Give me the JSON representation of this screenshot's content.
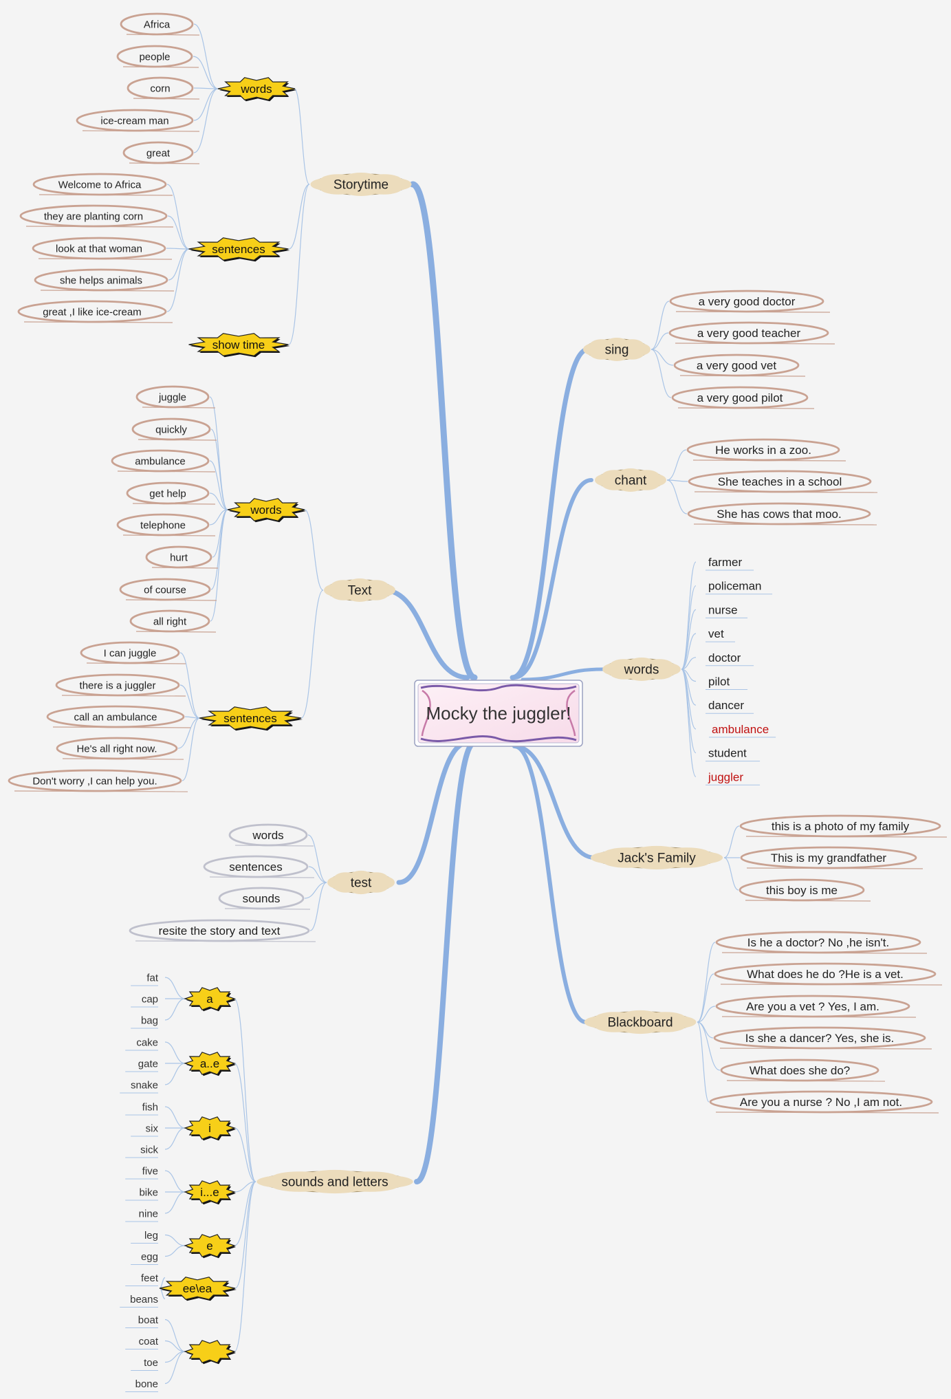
{
  "central": "Mocky the juggler!",
  "branches": {
    "storytime": {
      "label": "Storytime",
      "words": {
        "label": "words",
        "items": [
          "Africa",
          "people",
          "corn",
          "ice-cream man",
          "great"
        ]
      },
      "sentences": {
        "label": "sentences",
        "items": [
          "Welcome to Africa",
          "they are planting corn",
          "look at that woman",
          "she helps animals",
          "great ,I like ice-cream"
        ]
      },
      "show_time": "show time"
    },
    "text": {
      "label": "Text",
      "words": {
        "label": "words",
        "items": [
          "juggle",
          "quickly",
          "ambulance",
          "get help",
          "telephone",
          "hurt",
          "of course",
          "all right"
        ]
      },
      "sentences": {
        "label": "sentences",
        "items": [
          "I can juggle",
          "there is a juggler",
          "call an ambulance",
          "He's all right now.",
          "Don't worry ,I can help you."
        ]
      }
    },
    "test": {
      "label": "test",
      "items": [
        "words",
        "sentences",
        "sounds",
        "resite the story and text"
      ]
    },
    "sounds_letters": {
      "label": "sounds and letters",
      "groups": [
        {
          "label": "a",
          "items": [
            "fat",
            "cap",
            "bag"
          ]
        },
        {
          "label": "a..e",
          "items": [
            "cake",
            "gate",
            "snake"
          ]
        },
        {
          "label": "i",
          "items": [
            "fish",
            "six",
            "sick"
          ]
        },
        {
          "label": "i...e",
          "items": [
            "five",
            "bike",
            "nine"
          ]
        },
        {
          "label": "e",
          "items": [
            "leg",
            "egg"
          ]
        },
        {
          "label": "ee\\ea",
          "items": [
            "feet",
            "beans"
          ]
        },
        {
          "label": "",
          "items": [
            "boat",
            "coat",
            "toe",
            "bone"
          ]
        }
      ]
    },
    "sing": {
      "label": "sing",
      "items": [
        "a very good doctor",
        "a very good teacher",
        "a very good vet",
        "a very good pilot"
      ]
    },
    "chant": {
      "label": "chant",
      "items": [
        "He works in a zoo.",
        "She teaches in a school",
        "She has cows that moo."
      ]
    },
    "words_right": {
      "label": "words",
      "items": [
        "farmer",
        "policeman",
        "nurse",
        "vet",
        "doctor",
        "pilot",
        "dancer",
        "ambulance",
        "student",
        "juggler"
      ],
      "highlighted": [
        "ambulance",
        "juggler"
      ]
    },
    "jacks_family": {
      "label": "Jack's Family",
      "items": [
        "this is a photo of my  family",
        "This is my grandfather",
        "this boy is me"
      ]
    },
    "blackboard": {
      "label": "Blackboard",
      "items": [
        "Is he a doctor? No ,he isn't.",
        "What does he do ?He is a vet.",
        "Are you a vet ? Yes, I am.",
        "Is she a dancer? Yes, she is.",
        "What does she do?",
        "Are you a nurse ? No ,I am not."
      ]
    }
  },
  "colors": {
    "background": "#f4f4f4",
    "trunk": "#8aaee0",
    "thin_line": "#a9c4e6",
    "cloud_fill": "#ecdcbc",
    "cloud_stroke": "#a89670",
    "star_fill": "#f7cf18",
    "oval_stroke": "#c9a292",
    "oval_grey": "#bfc0cc",
    "text": "#222222",
    "highlight": "#c01010",
    "center_fill": "#fbe6f0"
  }
}
